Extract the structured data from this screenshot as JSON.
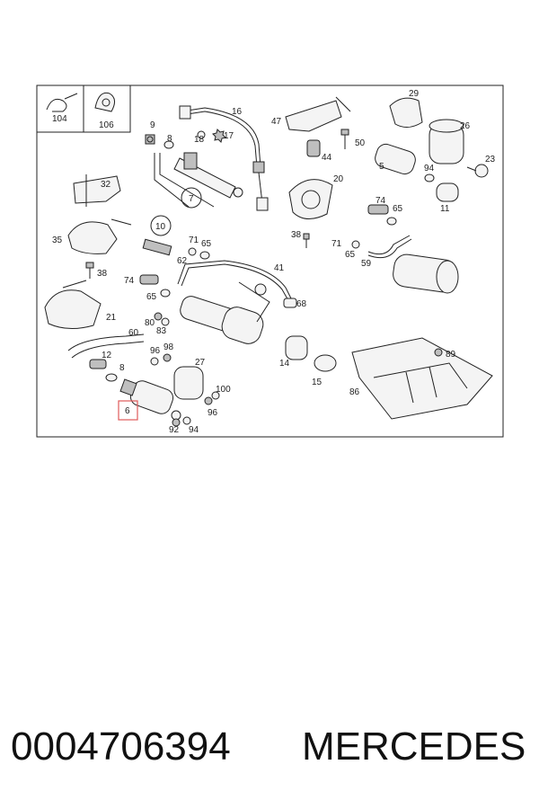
{
  "diagram": {
    "labels": [
      {
        "id": "104",
        "text": "104"
      },
      {
        "id": "106",
        "text": "106"
      },
      {
        "id": "9",
        "text": "9"
      },
      {
        "id": "8a",
        "text": "8"
      },
      {
        "id": "16",
        "text": "16"
      },
      {
        "id": "18",
        "text": "18"
      },
      {
        "id": "17",
        "text": "17"
      },
      {
        "id": "47",
        "text": "47"
      },
      {
        "id": "44",
        "text": "44"
      },
      {
        "id": "50",
        "text": "50"
      },
      {
        "id": "29",
        "text": "29"
      },
      {
        "id": "26",
        "text": "26"
      },
      {
        "id": "5",
        "text": "5"
      },
      {
        "id": "94a",
        "text": "94"
      },
      {
        "id": "23",
        "text": "23"
      },
      {
        "id": "32",
        "text": "32"
      },
      {
        "id": "7",
        "text": "7"
      },
      {
        "id": "20",
        "text": "20"
      },
      {
        "id": "74a",
        "text": "74"
      },
      {
        "id": "65a",
        "text": "65"
      },
      {
        "id": "11",
        "text": "11"
      },
      {
        "id": "10",
        "text": "10"
      },
      {
        "id": "35",
        "text": "35"
      },
      {
        "id": "71a",
        "text": "71"
      },
      {
        "id": "65b",
        "text": "65"
      },
      {
        "id": "38a",
        "text": "38"
      },
      {
        "id": "71b",
        "text": "71"
      },
      {
        "id": "65c",
        "text": "65"
      },
      {
        "id": "59",
        "text": "59"
      },
      {
        "id": "38b",
        "text": "38"
      },
      {
        "id": "62",
        "text": "62"
      },
      {
        "id": "41",
        "text": "41"
      },
      {
        "id": "74b",
        "text": "74"
      },
      {
        "id": "65d",
        "text": "65"
      },
      {
        "id": "68",
        "text": "68"
      },
      {
        "id": "21",
        "text": "21"
      },
      {
        "id": "80",
        "text": "80"
      },
      {
        "id": "83",
        "text": "83"
      },
      {
        "id": "60",
        "text": "60"
      },
      {
        "id": "12",
        "text": "12"
      },
      {
        "id": "96a",
        "text": "96"
      },
      {
        "id": "98",
        "text": "98"
      },
      {
        "id": "27",
        "text": "27"
      },
      {
        "id": "14",
        "text": "14"
      },
      {
        "id": "89",
        "text": "89"
      },
      {
        "id": "8b",
        "text": "8"
      },
      {
        "id": "100",
        "text": "100"
      },
      {
        "id": "15",
        "text": "15"
      },
      {
        "id": "96b",
        "text": "96"
      },
      {
        "id": "86",
        "text": "86"
      },
      {
        "id": "6",
        "text": "6"
      },
      {
        "id": "92",
        "text": "92"
      },
      {
        "id": "94b",
        "text": "94"
      }
    ]
  },
  "caption": {
    "part_number": "0004706394",
    "brand": "MERCEDES"
  },
  "colors": {
    "highlight": "#e05a5a"
  }
}
